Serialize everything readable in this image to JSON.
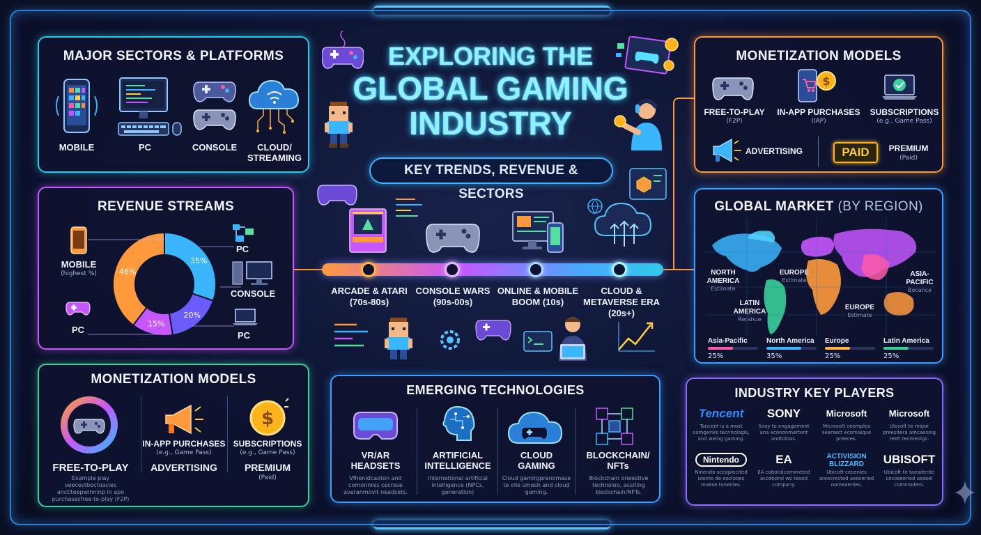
{
  "title": {
    "line1": "EXPLORING THE",
    "line2": "GLOBAL GAMING",
    "line3": "INDUSTRY"
  },
  "subtitle": "KEY TRENDS, REVENUE & SECTORS",
  "sectors": {
    "title": "MAJOR SECTORS & PLATFORMS",
    "items": [
      {
        "label": "MOBILE",
        "icon": "smartphone-icon"
      },
      {
        "label": "PC",
        "icon": "desktop-pc-icon"
      },
      {
        "label": "CONSOLE",
        "icon": "gamepad-icon"
      },
      {
        "label": "CLOUD/\nSTREAMING",
        "icon": "cloud-icon"
      }
    ]
  },
  "revenue": {
    "title": "REVENUE STREAMS",
    "left_labels": [
      {
        "label": "MOBILE",
        "sub": "(highest %)"
      },
      {
        "label": "PC",
        "sub": ""
      }
    ],
    "right_labels": [
      "PC",
      "CONSOLE",
      "PC"
    ],
    "slices": [
      {
        "label": "46%",
        "value": 46,
        "color": "#ff9a3c"
      },
      {
        "label": "35%",
        "value": 35,
        "color": "#3ab6ff"
      },
      {
        "label": "20%",
        "value": 20,
        "color": "#6a5cff"
      },
      {
        "label": "15%",
        "value": 15,
        "color": "#c657ff"
      }
    ]
  },
  "monetization_left": {
    "title": "MONETIZATION MODELS",
    "ftp_label": "FREE-TO-PLAY",
    "ftp_desc": "Example play veecestboctoacles anctiteepwinninp in apo purchasesfree-to-play (F2P)",
    "iap_label": "IN-APP PURCHASES",
    "iap_sub": "(e.g., Game Pass)",
    "ads_label": "ADVERTISING",
    "subs_label": "SUBSCRIPTIONS",
    "subs_sub": "(e.g., Game Pass)",
    "premium_label": "PREMIUM",
    "premium_sub": "(Paid)"
  },
  "monetization_right": {
    "title": "MONETIZATION MODELS",
    "items": [
      {
        "label": "FREE-TO-PLAY",
        "sub": "(F2P)"
      },
      {
        "label": "IN-APP PURCHASES",
        "sub": "(IAP)"
      },
      {
        "label": "SUBSCRIPTIONS",
        "sub": "(e.g., Game Pass)"
      }
    ],
    "ads_label": "ADVERTISING",
    "paid_badge": "PAID",
    "premium_label": "PREMIUM",
    "premium_sub": "(Paid)"
  },
  "market": {
    "title": "GLOBAL MARKET",
    "title_suffix": "(BY REGION)",
    "map_labels": [
      {
        "label": "NORTH\nAMERICA",
        "sub": "Estimate"
      },
      {
        "label": "EUROPE",
        "sub": "Estimate"
      },
      {
        "label": "ASIA-\nPACIFIC",
        "sub": "Bocance"
      },
      {
        "label": "LATIN\nAMERICA",
        "sub": "Rerahue"
      },
      {
        "label": "EUROPE",
        "sub": "Estimate"
      }
    ],
    "bars": [
      {
        "label": "Asia-Pacific",
        "value": "25%",
        "pct": 25,
        "color": "#ff5aa8"
      },
      {
        "label": "North America",
        "value": "35%",
        "pct": 35,
        "color": "#3ab6ff"
      },
      {
        "label": "Europe",
        "value": "25%",
        "pct": 25,
        "color": "#ffb347"
      },
      {
        "label": "Latin America",
        "value": "25%",
        "pct": 25,
        "color": "#38d19a"
      }
    ]
  },
  "timeline": {
    "eras": [
      {
        "label": "ARCADE & ATARI",
        "sub": "(70s-80s)"
      },
      {
        "label": "CONSOLE WARS",
        "sub": "(90s-00s)"
      },
      {
        "label": "ONLINE & MOBILE",
        "sub": "BOOM (10s)"
      },
      {
        "label": "CLOUD &\nMETAVERSE ERA",
        "sub": "(20s+)"
      }
    ]
  },
  "emerging": {
    "title": "EMERGING TECHNOLOGIES",
    "items": [
      {
        "label": "VR/AR\nHEADSETS",
        "desc": "Vfhenidcaoton and comonnres cecrose averanmovit neadsets."
      },
      {
        "label": "ARTIFICIAL\nINTELLIGENCE",
        "desc": "Internetional artificial intelligence (NPCs, generation)"
      },
      {
        "label": "CLOUD\nGAMING",
        "desc": "Cloud gamirgprenomase te olle smesh and cloud gaming."
      },
      {
        "label": "BLOCKCHAIN/\nNFTs",
        "desc": "Blockchain oneestive technoloo, acsiting blockchain/NFTs."
      }
    ]
  },
  "players": {
    "title": "INDUSTRY KEY PLAYERS",
    "brands": [
      {
        "name": "Tencent",
        "desc": "Tancent is a most comgeries tecnnologis, and weing gaming.",
        "color": "#2f8cff"
      },
      {
        "name": "SONY",
        "desc": "Soay to engagement ana econonmertent andtoloos.",
        "color": "#ffffff"
      },
      {
        "name": "Microsoft",
        "desc": "Microsoft ceemples searsect ecomaique preeces.",
        "color": "#ffffff"
      },
      {
        "name": "Microsoft",
        "desc": "Ulocoft te major preesitera amcaesing teeh tecmeolgs.",
        "color": "#ffffff"
      },
      {
        "name": "Nintendo",
        "desc": "Ninendo sceaplecited ieerrie de ooclooes maese tonenies.",
        "color": "#ffffff"
      },
      {
        "name": "EA",
        "desc": "EA osbotidcomereted accdeoral ws teoed company.",
        "color": "#ffffff"
      },
      {
        "name": "ACTIVISION\nBLIZZARD",
        "desc": "Ubicoft cecenles areecrected aeseeried oomeaenies.",
        "color": "#4fb8ff"
      },
      {
        "name": "UBISOFT",
        "desc": "Ubicoft te taeaderite cecoseeriod aeseel commoders.",
        "color": "#ffffff"
      }
    ]
  }
}
